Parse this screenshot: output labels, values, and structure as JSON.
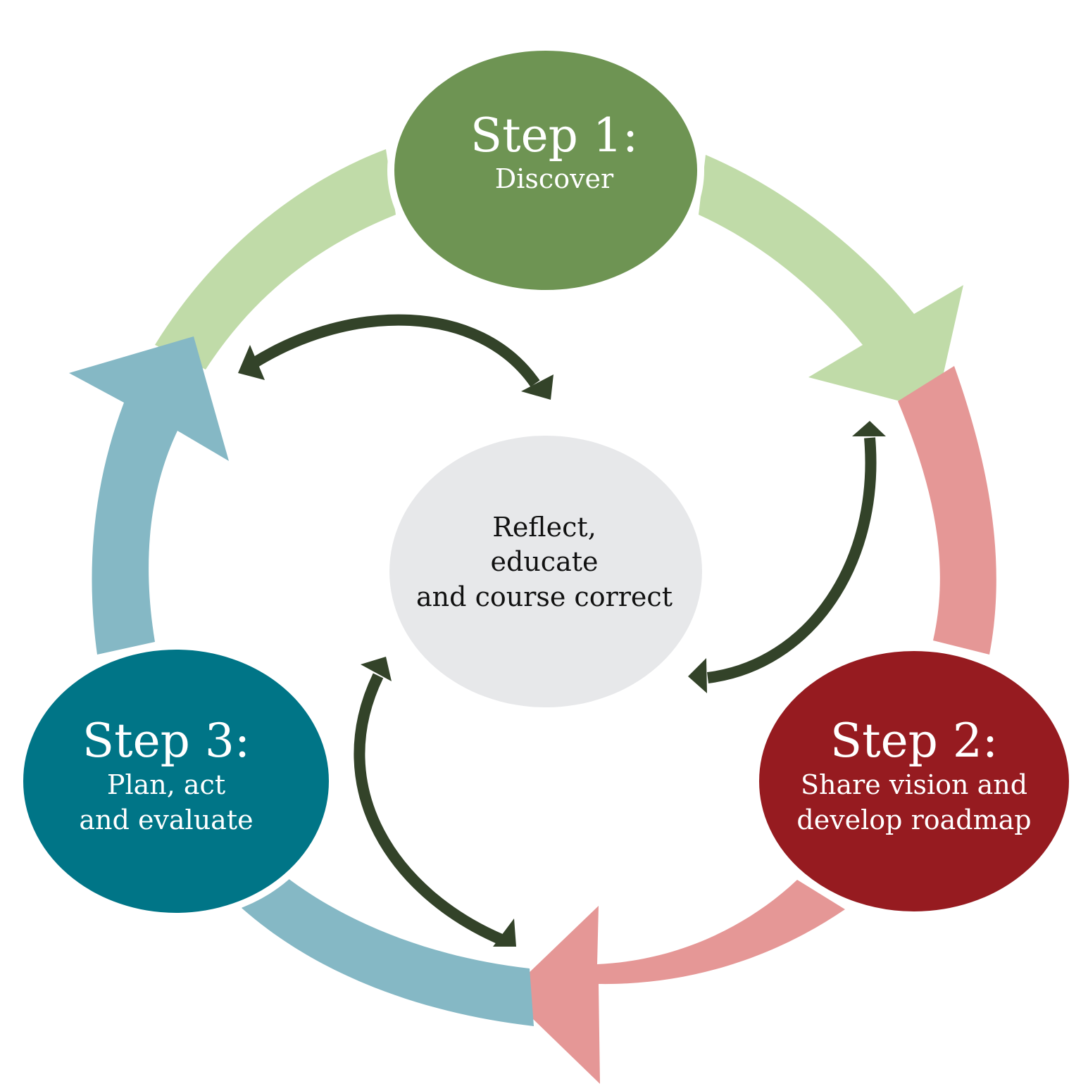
{
  "steps": [
    {
      "title": "Step 1:",
      "lines": [
        "Discover"
      ],
      "color": "#6e9453"
    },
    {
      "title": "Step 2:",
      "lines": [
        "Share vision and",
        "develop roadmap"
      ],
      "color": "#961b20"
    },
    {
      "title": "Step 3:",
      "lines": [
        "Plan, act",
        "and evaluate"
      ],
      "color": "#007587"
    }
  ],
  "center": {
    "lines": [
      "Reflect,",
      "educate",
      "and course correct"
    ],
    "color": "#e7e8ea"
  },
  "colors": {
    "arrow_green": "#c0dba8",
    "arrow_red": "#e59796",
    "arrow_blue": "#85b8c5",
    "double_arrow": "#334329"
  }
}
